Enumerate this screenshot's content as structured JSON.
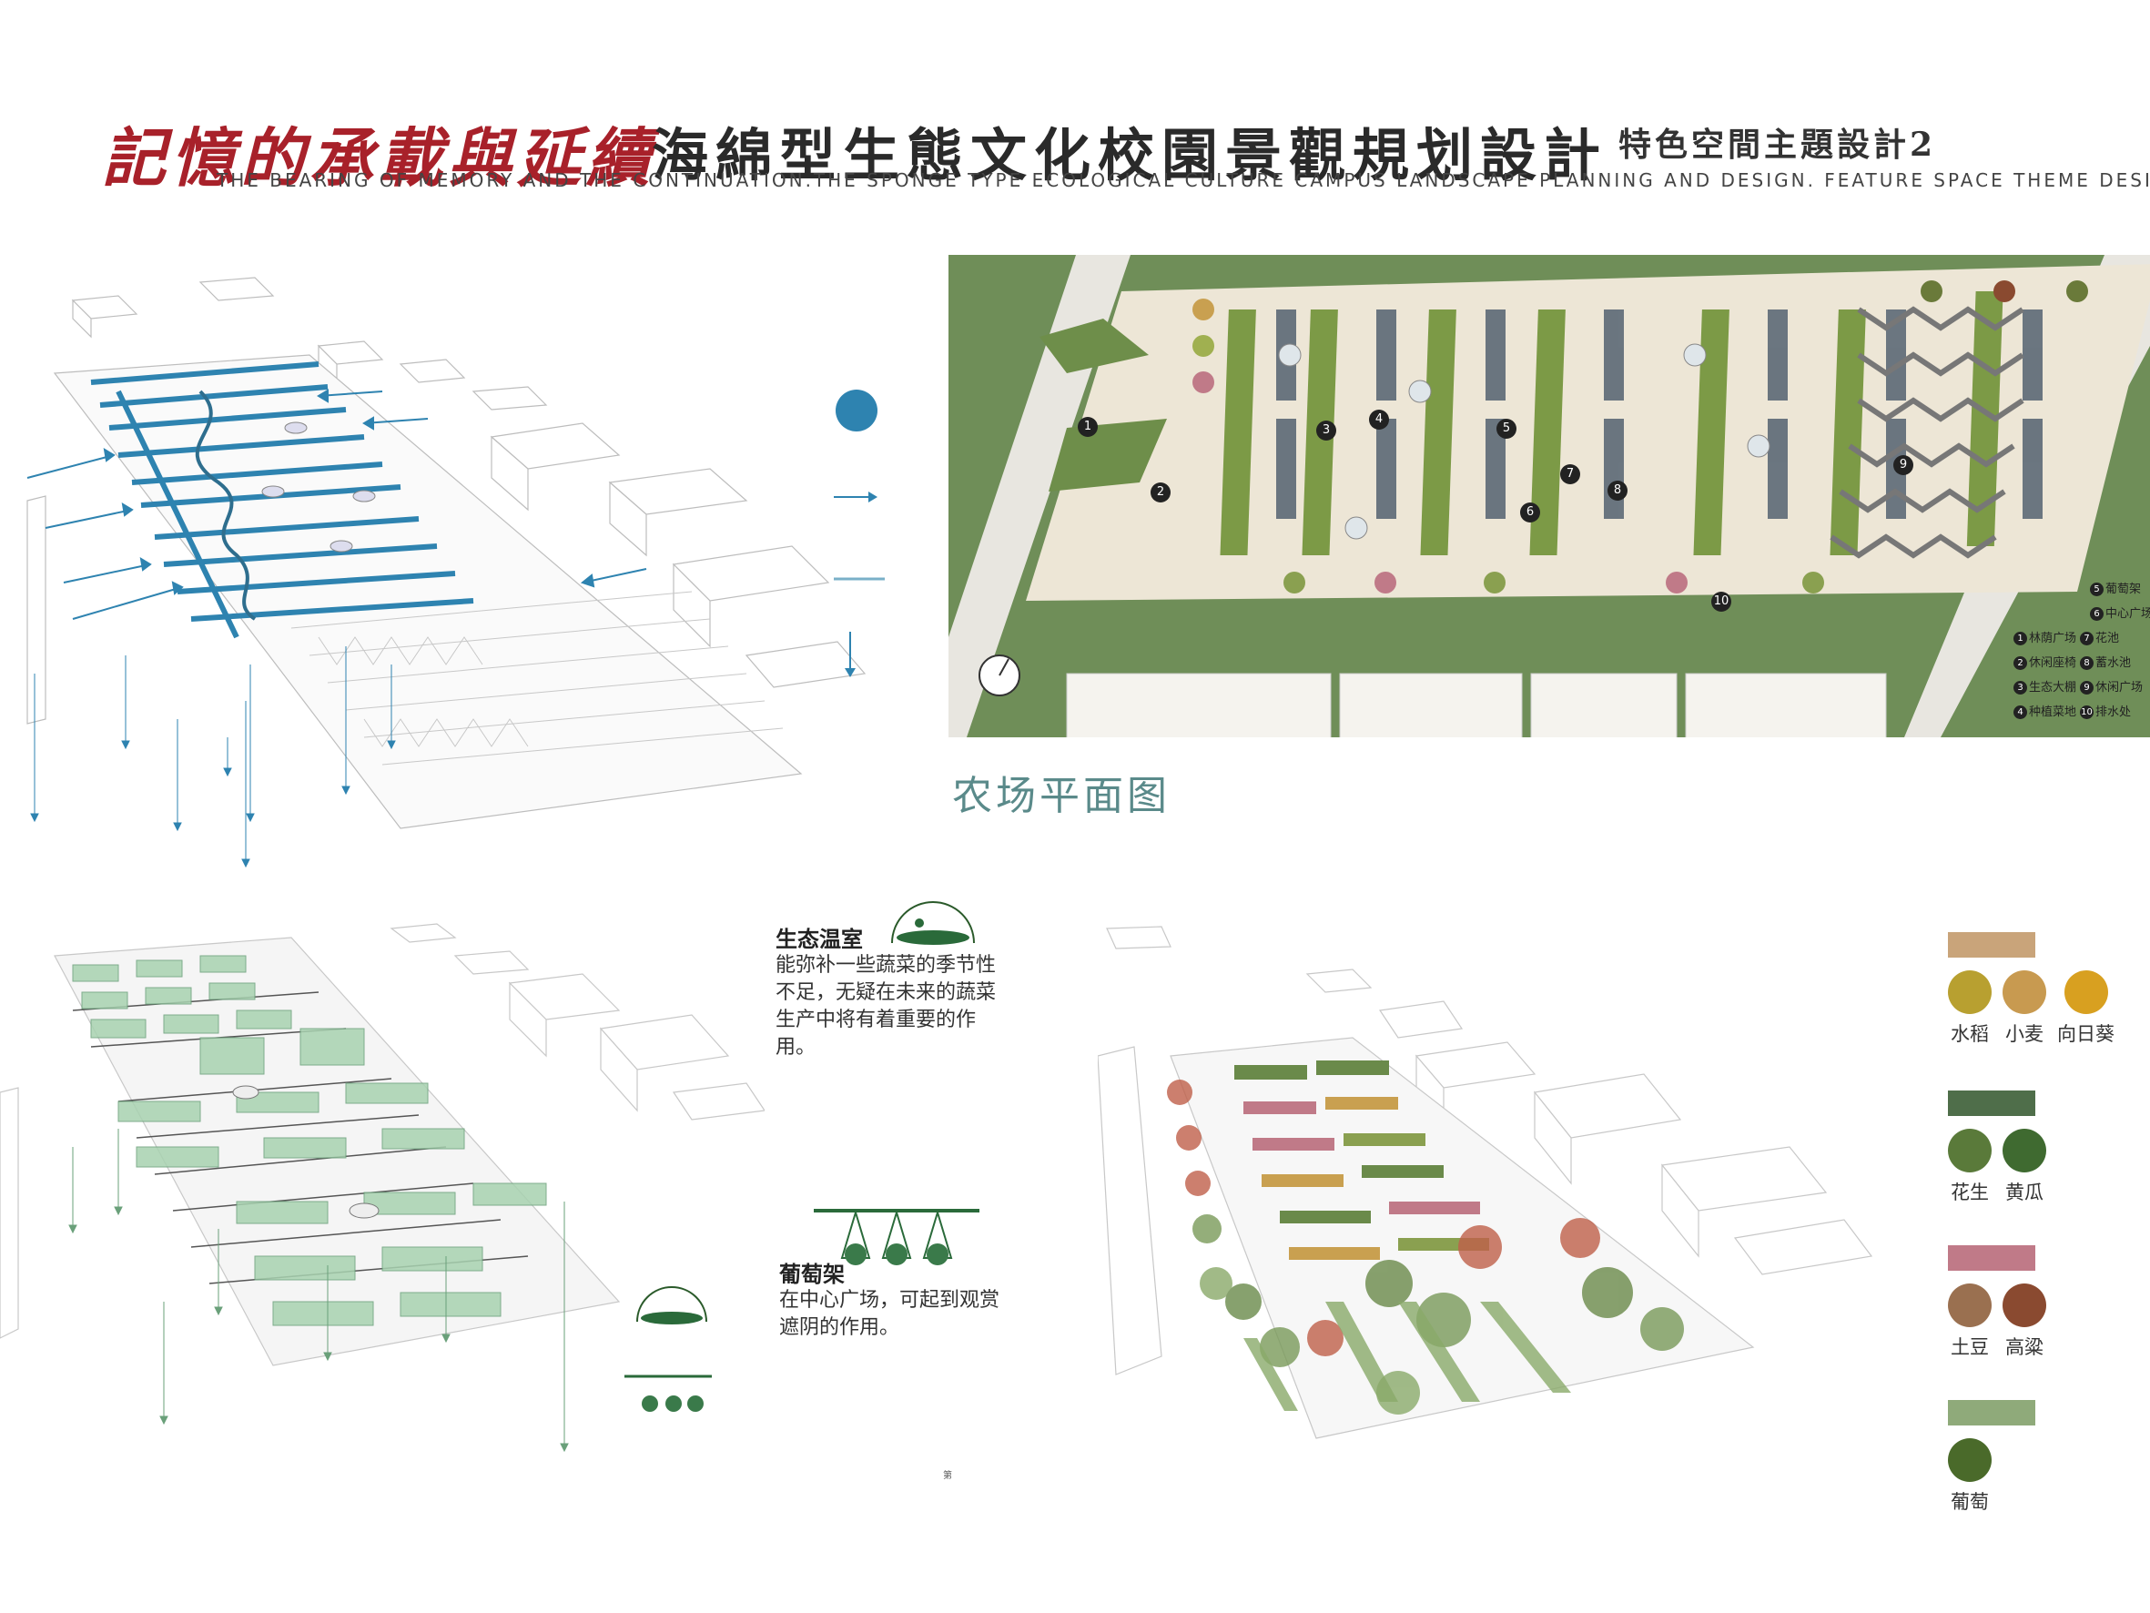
{
  "header": {
    "title_main": "記憶的承載與延續",
    "title_theme": "海綿型生態文化校園景觀規划設計",
    "title_sub": "特色空間主題設計2",
    "title_en": "The bearing of memory and the continuation.The sponge type ecological culture campus landscape planning and design. Feature space theme design."
  },
  "plan": {
    "caption": "农场平面图",
    "numbers": [
      "1",
      "2",
      "3",
      "4",
      "5",
      "6",
      "7",
      "8",
      "9",
      "10"
    ],
    "legend": [
      {
        "n": "5",
        "label": "葡萄架"
      },
      {
        "n": "6",
        "label": "中心广场"
      },
      {
        "n": "1",
        "label": "林荫广场",
        "n2": "7",
        "label2": "花池"
      },
      {
        "n": "2",
        "label": "休闲座椅",
        "n2": "8",
        "label2": "蓄水池"
      },
      {
        "n": "3",
        "label": "生态大棚",
        "n2": "9",
        "label2": "休闲广场"
      },
      {
        "n": "4",
        "label": "种植菜地",
        "n2": "10",
        "label2": "排水处"
      }
    ]
  },
  "greenhouse": {
    "title": "生态温室",
    "text": "能弥补一些蔬菜的季节性不足，无疑在未来的蔬菜生产中将有着重要的作用。"
  },
  "grape": {
    "title": "葡萄架",
    "text": "在中心广场，可起到观赏遮阴的作用。"
  },
  "crops": {
    "groups": [
      {
        "swatch": "#c9a47a",
        "items": [
          {
            "name": "水稻",
            "color": "#b8a030"
          },
          {
            "name": "小麦",
            "color": "#c89a50"
          },
          {
            "name": "向日葵",
            "color": "#d8a020"
          }
        ]
      },
      {
        "swatch": "#4f6e4a",
        "items": [
          {
            "name": "花生",
            "color": "#5a7a3a"
          },
          {
            "name": "黄瓜",
            "color": "#3f6a30"
          }
        ]
      },
      {
        "swatch": "#c07a88",
        "items": [
          {
            "name": "土豆",
            "color": "#9a7050"
          },
          {
            "name": "高粱",
            "color": "#8a4a30"
          }
        ]
      },
      {
        "swatch": "#8faa7a",
        "items": [
          {
            "name": "葡萄",
            "color": "#4a6a2a"
          }
        ]
      }
    ]
  },
  "colors": {
    "water_blue": "#2e83b0",
    "plan_green": "#6f8e58",
    "accent_teal": "#5a8a8a"
  },
  "page_mark": "第"
}
